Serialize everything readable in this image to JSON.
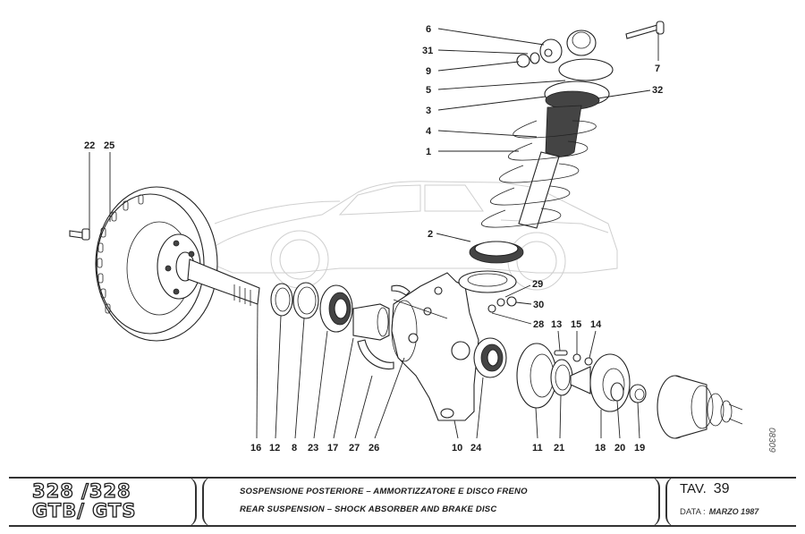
{
  "diagram": {
    "title": "Exploded view – rear suspension, shock absorber and brake disc",
    "document_number": "08309",
    "callouts": [
      {
        "label": "6"
      },
      {
        "label": "31"
      },
      {
        "label": "9"
      },
      {
        "label": "5"
      },
      {
        "label": "3"
      },
      {
        "label": "4"
      },
      {
        "label": "1"
      },
      {
        "label": "7"
      },
      {
        "label": "32"
      },
      {
        "label": "22"
      },
      {
        "label": "25"
      },
      {
        "label": "2"
      },
      {
        "label": "29"
      },
      {
        "label": "30"
      },
      {
        "label": "28"
      },
      {
        "label": "13"
      },
      {
        "label": "15"
      },
      {
        "label": "14"
      },
      {
        "label": "16"
      },
      {
        "label": "12"
      },
      {
        "label": "8"
      },
      {
        "label": "23"
      },
      {
        "label": "17"
      },
      {
        "label": "27"
      },
      {
        "label": "26"
      },
      {
        "label": "10"
      },
      {
        "label": "24"
      },
      {
        "label": "11"
      },
      {
        "label": "21"
      },
      {
        "label": "18"
      },
      {
        "label": "20"
      },
      {
        "label": "19"
      }
    ]
  },
  "title_block": {
    "model_line_1": "328 /328",
    "model_line_2": "GTB/ GTS",
    "description_it": "SOSPENSIONE POSTERIORE – AMMORTIZZATORE E DISCO  FRENO",
    "description_en": "REAR SUSPENSION – SHOCK ABSORBER AND BRAKE DISC",
    "tav_label": "TAV.",
    "tav_number": "39",
    "data_label": "DATA  :",
    "data_value": "MARZO 1987"
  }
}
